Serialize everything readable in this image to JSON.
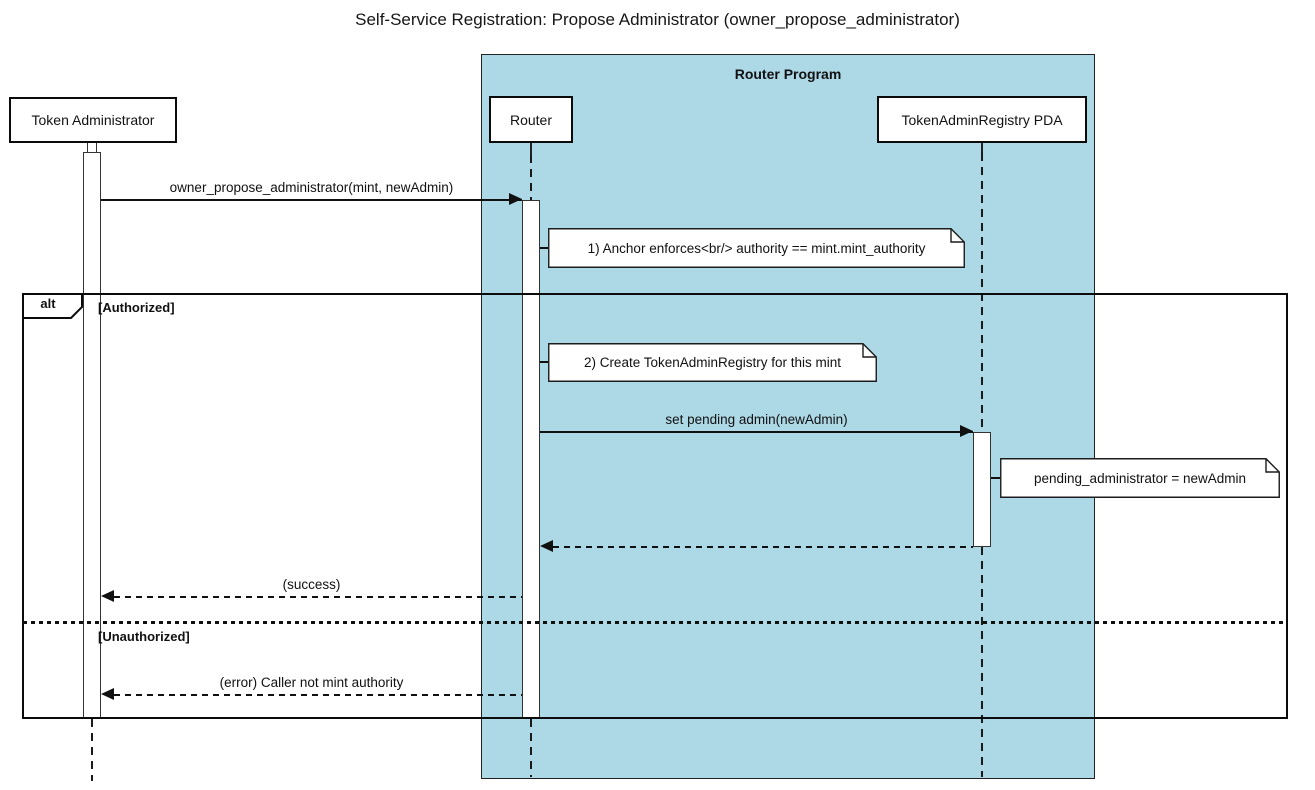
{
  "title": "Self-Service Registration: Propose Administrator (owner_propose_administrator)",
  "program_group": {
    "label": "Router Program",
    "fill_color": "#ADD8E6"
  },
  "participants": {
    "token_administrator": "Token Administrator",
    "router": "Router",
    "registry_pda": "TokenAdminRegistry PDA"
  },
  "messages": {
    "propose": "owner_propose_administrator(mint, newAdmin)",
    "set_pending": "set pending admin(newAdmin)",
    "success": "(success)",
    "error": "(error) Caller not mint authority"
  },
  "notes": {
    "anchor_enforces": "1) Anchor enforces<br/> authority == mint.mint_authority",
    "create_registry": "2) Create TokenAdminRegistry for this mint",
    "pending_admin": "pending_administrator = newAdmin"
  },
  "alt_frame": {
    "operator": "alt",
    "authorized_guard": "[Authorized]",
    "unauthorized_guard": "[Unauthorized]"
  }
}
